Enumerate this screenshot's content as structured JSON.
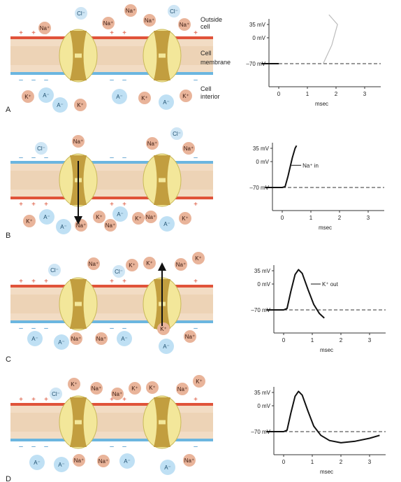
{
  "colors": {
    "membrane": "#f2dcc4",
    "membrane_dark": "#e8c9a8",
    "red_line": "#e0533a",
    "blue_line": "#6bb6e0",
    "channel": "#f3e79a",
    "channel_edge": "#c9b95a",
    "pore": "#b8912f",
    "na_ion": "#e9b49a",
    "k_ion": "#e9b49a",
    "cl_ion": "#cfe6f5",
    "a_ion": "#bfe0f4",
    "plus": "#d9472c",
    "minus": "#2e86c1"
  },
  "ions": {
    "na": "Na⁺",
    "k": "K⁺",
    "cl": "Cl⁻",
    "a": "A⁻"
  },
  "signs": {
    "plus": "+",
    "minus": "–"
  },
  "labels": {
    "outside": [
      "Outside",
      "cell"
    ],
    "membrane": [
      "Cell",
      "membrane"
    ],
    "interior": [
      "Cell",
      "interior"
    ]
  },
  "graph": {
    "y_ticks": [
      "35 mV",
      "0 mV",
      "–70 mV"
    ],
    "x_ticks": [
      "0",
      "1",
      "2",
      "3"
    ],
    "x_label": "msec"
  },
  "panels": [
    {
      "letter": "A"
    },
    {
      "letter": "B",
      "annotation": "Na⁺ in"
    },
    {
      "letter": "C",
      "annotation": "K⁺ out"
    },
    {
      "letter": "D"
    }
  ]
}
